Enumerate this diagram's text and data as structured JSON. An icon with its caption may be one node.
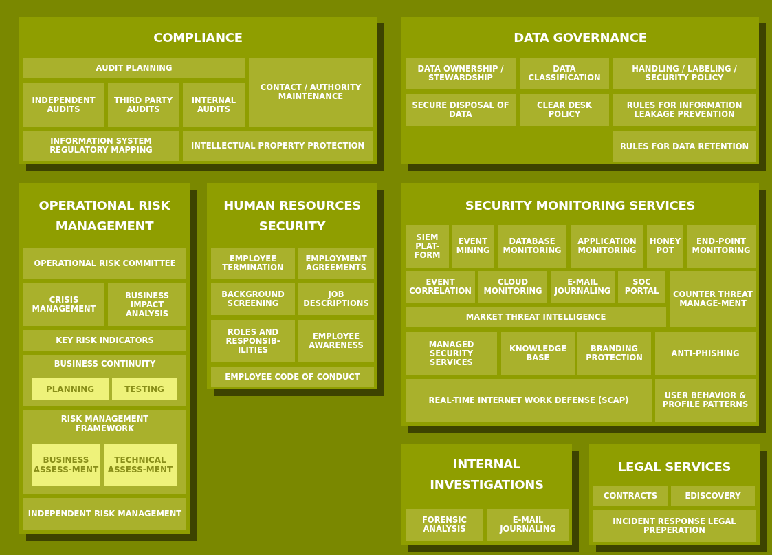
{
  "diagram": {
    "nodes": [
      {
        "text": [
          "COMPLIANCE"
        ]
      },
      {
        "text": [
          "AUDIT PLANNING"
        ],
        "in": 0
      },
      {
        "text": [
          "CONTACT / AUTHORITY MAINTENANCE"
        ],
        "in": 0
      },
      {
        "text": [
          "INDEPENDENT AUDITS"
        ],
        "in": 0
      },
      {
        "text": [
          "THIRD PARTY AUDITS"
        ],
        "in": 0
      },
      {
        "text": [
          "INTERNAL AUDITS"
        ],
        "in": 0
      },
      {
        "text": [
          "INFORMATION SYSTEM REGULATORY MAPPING"
        ],
        "in": 0
      },
      {
        "text": [
          "INTELLECTUAL PROPERTY PROTECTION"
        ],
        "in": 0
      },
      {
        "text": [
          "DATA GOVERNANCE"
        ]
      },
      {
        "text": [
          "DATA OWNERSHIP / STEWARDSHIP"
        ],
        "in": 8
      },
      {
        "text": [
          "DATA CLASSIFICATION"
        ],
        "in": 8
      },
      {
        "text": [
          "HANDLING / LABELING / SECURITY POLICY"
        ],
        "in": 8
      },
      {
        "text": [
          "SECURE DISPOSAL OF DATA"
        ],
        "in": 8
      },
      {
        "text": [
          "CLEAR DESK POLICY"
        ],
        "in": 8
      },
      {
        "text": [
          "RULES FOR INFORMATION LEAKAGE PREVENTION"
        ],
        "in": 8
      },
      {
        "text": [
          "RULES FOR DATA RETENTION"
        ],
        "in": 8
      },
      {
        "text": [
          "OPERATIONAL RISK MANAGEMENT"
        ]
      },
      {
        "text": [
          "OPERATIONAL RISK COMMITTEE"
        ],
        "in": 16
      },
      {
        "text": [
          "CRISIS MANAGEMENT"
        ],
        "in": 16
      },
      {
        "text": [
          "BUSINESS IMPACT ANALYSIS"
        ],
        "in": 16
      },
      {
        "text": [
          "KEY RISK INDICATORS"
        ],
        "in": 16
      },
      {
        "text": [
          "BUSINESS CONTINUITY"
        ],
        "in": 16
      },
      {
        "text": [
          "PLANNING"
        ],
        "in": 21
      },
      {
        "text": [
          "TESTING"
        ],
        "in": 21
      },
      {
        "text": [
          "RISK MANAGEMENT FRAMEWORK"
        ],
        "in": 16
      },
      {
        "text": [
          "BUSINESS ASSESS-MENT"
        ],
        "in": 24
      },
      {
        "text": [
          "TECHNICAL ASSESS-MENT"
        ],
        "in": 24
      },
      {
        "text": [
          "INDEPENDENT RISK MANAGEMENT"
        ],
        "in": 16
      },
      {
        "text": [
          "HUMAN RESOURCES SECURITY"
        ]
      },
      {
        "text": [
          "EMPLOYEE TERMINATION"
        ],
        "in": 28
      },
      {
        "text": [
          "EMPLOYMENT AGREEMENTS"
        ],
        "in": 28
      },
      {
        "text": [
          "BACKGROUND SCREENING"
        ],
        "in": 28
      },
      {
        "text": [
          "JOB DESCRIPTIONS"
        ],
        "in": 28
      },
      {
        "text": [
          "ROLES AND RESPONSIB-ILITIES"
        ],
        "in": 28
      },
      {
        "text": [
          "EMPLOYEE AWARENESS"
        ],
        "in": 28
      },
      {
        "text": [
          "EMPLOYEE CODE OF CONDUCT"
        ],
        "in": 28
      },
      {
        "text": [
          "SECURITY MONITORING SERVICES"
        ]
      },
      {
        "text": [
          "SIEM PLAT-FORM"
        ],
        "in": 36
      },
      {
        "text": [
          "EVENT MINING"
        ],
        "in": 36
      },
      {
        "text": [
          "DATABASE MONITORING"
        ],
        "in": 36
      },
      {
        "text": [
          "APPLICATION MONITORING"
        ],
        "in": 36
      },
      {
        "text": [
          "HONEY POT"
        ],
        "in": 36
      },
      {
        "text": [
          "END-POINT MONITORING"
        ],
        "in": 36
      },
      {
        "text": [
          "EVENT CORRELATION"
        ],
        "in": 36
      },
      {
        "text": [
          "CLOUD MONITORING"
        ],
        "in": 36
      },
      {
        "text": [
          "E-MAIL JOURNALING"
        ],
        "in": 36
      },
      {
        "text": [
          "SOC PORTAL"
        ],
        "in": 36
      },
      {
        "text": [
          "COUNTER THREAT MANAGE-MENT"
        ],
        "in": 36
      },
      {
        "text": [
          "MARKET THREAT INTELLIGENCE"
        ],
        "in": 36
      },
      {
        "text": [
          "MANAGED SECURITY SERVICES"
        ],
        "in": 36
      },
      {
        "text": [
          "KNOWLEDGE BASE"
        ],
        "in": 36
      },
      {
        "text": [
          "BRANDING PROTECTION"
        ],
        "in": 36
      },
      {
        "text": [
          "ANTI-PHISHING"
        ],
        "in": 36
      },
      {
        "text": [
          "REAL-TIME INTERNET WORK DEFENSE (SCAP)"
        ],
        "in": 36
      },
      {
        "text": [
          "USER BEHAVIOR & PROFILE PATTERNS"
        ],
        "in": 36
      },
      {
        "text": [
          "INTERNAL INVESTIGATIONS"
        ]
      },
      {
        "text": [
          "FORENSIC ANALYSIS"
        ],
        "in": 55
      },
      {
        "text": [
          "E-MAIL JOURNALING"
        ],
        "in": 55
      },
      {
        "text": [
          "LEGAL SERVICES"
        ]
      },
      {
        "text": [
          "CONTRACTS"
        ],
        "in": 58
      },
      {
        "text": [
          "EDISCOVERY"
        ],
        "in": 58
      },
      {
        "text": [
          "INCIDENT RESPONSE LEGAL PREPERATION"
        ],
        "in": 58
      }
    ]
  }
}
